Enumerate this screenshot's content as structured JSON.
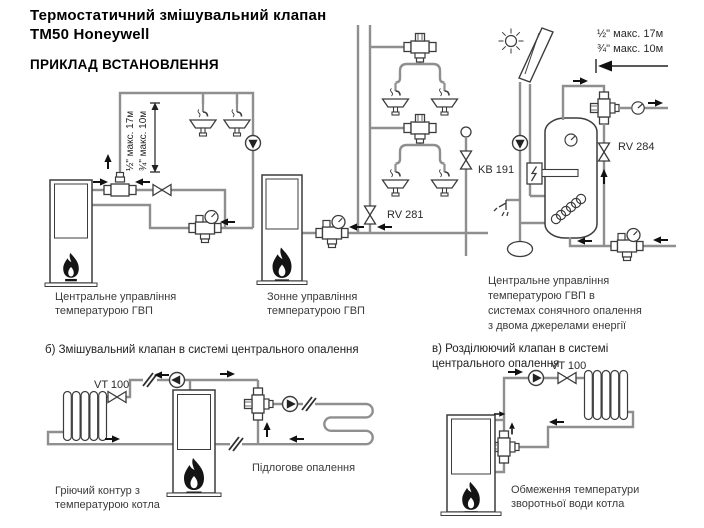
{
  "page": {
    "title_line1": "Термостатичний змішувальний клапан",
    "title_line2": "ТМ50  Honeywell",
    "heading": "ПРИКЛАД ВСТАНОВЛЕННЯ"
  },
  "note_top_right": {
    "line1": "½\" макс. 17м",
    "line2": "¾\" макс. 10м"
  },
  "diagram_a": {
    "dim_line1": "½\" макс. 17м",
    "dim_line2": "¾\" макс. 10м",
    "caption_line1": "Центральне управління",
    "caption_line2": "температурою ГВП"
  },
  "diagram_b": {
    "valve_label": "RV 281",
    "caption_line1": "Зонне управління",
    "caption_line2": "температурою ГВП"
  },
  "diagram_c": {
    "valve_label_kb": "KB 191",
    "valve_label_rv": "RV 284",
    "caption_line1": "Центральне управління",
    "caption_line2": "температурою ГВП в",
    "caption_line3": "системах сонячного опалення",
    "caption_line4": "з двома джерелами енергії"
  },
  "diagram_d": {
    "section_label": "б) Змішувальний клапан в системі центрального опалення",
    "valve_label": "VT 100",
    "floor_label": "Підлогове опалення",
    "caption_line1": "Гріючий контур з",
    "caption_line2": "температурою котла"
  },
  "diagram_e": {
    "section_label_line1": "в) Розділюючий клапан в системі",
    "section_label_line2": "центрального опалення",
    "valve_label": "VT 100",
    "caption_line1": "Обмеження температури",
    "caption_line2": "зворотньої води котла"
  }
}
